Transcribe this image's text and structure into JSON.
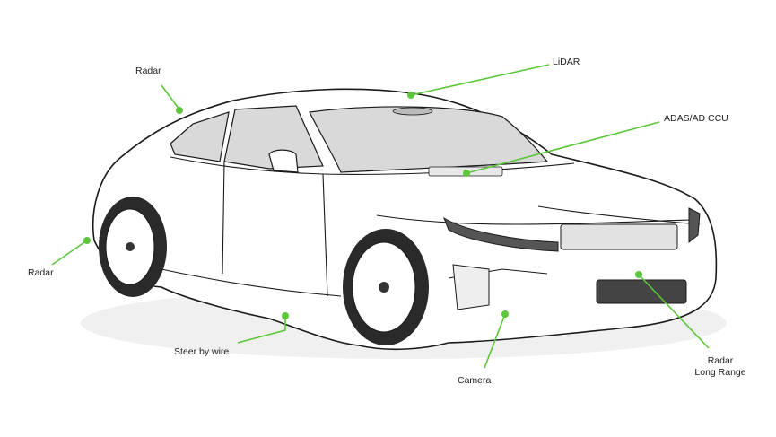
{
  "labels": {
    "radar_top": "Radar",
    "lidar": "LiDAR",
    "adas": "ADAS/AD CCU",
    "radar_rear": "Radar",
    "steer": "Steer by wire",
    "camera": "Camera",
    "radar_long_1": "Radar",
    "radar_long_2": "Long Range"
  },
  "colors": {
    "accent": "#5cc73a",
    "outline": "#1a1a1a",
    "glass": "#d9d9d9",
    "shadow": "#ececec"
  }
}
